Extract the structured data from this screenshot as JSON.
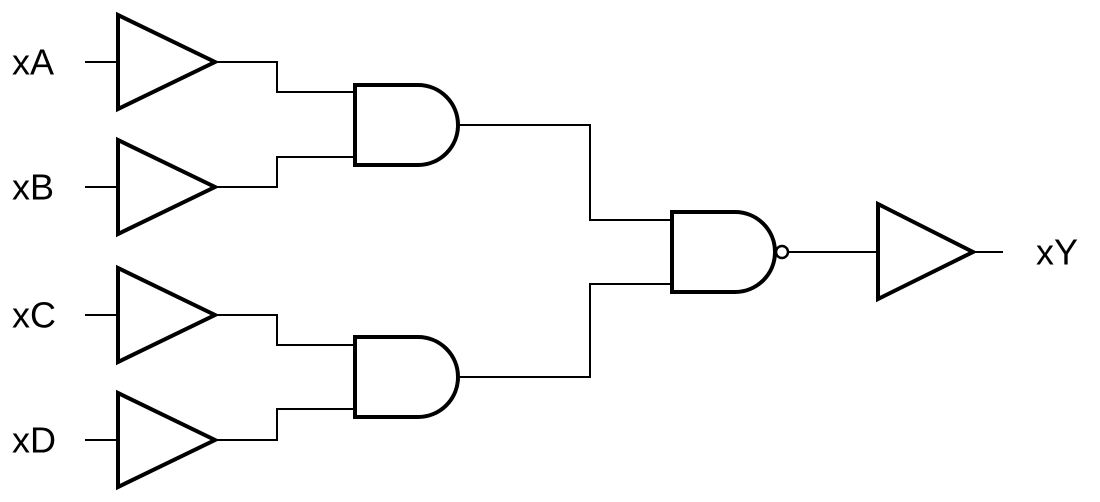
{
  "diagram": {
    "kind": "logic-circuit-schematic",
    "colors": {
      "line": "#000000",
      "background": "#ffffff"
    },
    "labels": {
      "input_a": "xA",
      "input_b": "xB",
      "input_c": "xC",
      "input_d": "xD",
      "output": "xY"
    },
    "components": [
      {
        "id": "buffer-a",
        "type": "buffer",
        "input": "xA"
      },
      {
        "id": "buffer-b",
        "type": "buffer",
        "input": "xB"
      },
      {
        "id": "buffer-c",
        "type": "buffer",
        "input": "xC"
      },
      {
        "id": "buffer-d",
        "type": "buffer",
        "input": "xD"
      },
      {
        "id": "and-1",
        "type": "AND",
        "inputs": [
          "buffer-a",
          "buffer-b"
        ]
      },
      {
        "id": "and-2",
        "type": "AND",
        "inputs": [
          "buffer-c",
          "buffer-d"
        ]
      },
      {
        "id": "nand-1",
        "type": "NAND",
        "inputs": [
          "and-1",
          "and-2"
        ]
      },
      {
        "id": "buffer-y",
        "type": "buffer",
        "input": "nand-1",
        "output": "xY"
      }
    ]
  }
}
